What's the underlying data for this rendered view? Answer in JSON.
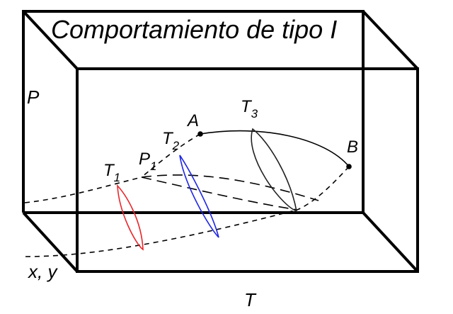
{
  "diagram": {
    "title": "Comportamiento de tipo I",
    "axes": {
      "p_label": "P",
      "xy_label": "x, y",
      "t_label": "T"
    },
    "points": {
      "a": "A",
      "b": "B",
      "p1": {
        "base": "P",
        "sub": "1"
      }
    },
    "isotherms": [
      {
        "base": "T",
        "sub": "1",
        "color": "#e8262b"
      },
      {
        "base": "T",
        "sub": "2",
        "color": "#1f27e0"
      },
      {
        "base": "T",
        "sub": "3",
        "color": "#222222"
      }
    ]
  }
}
